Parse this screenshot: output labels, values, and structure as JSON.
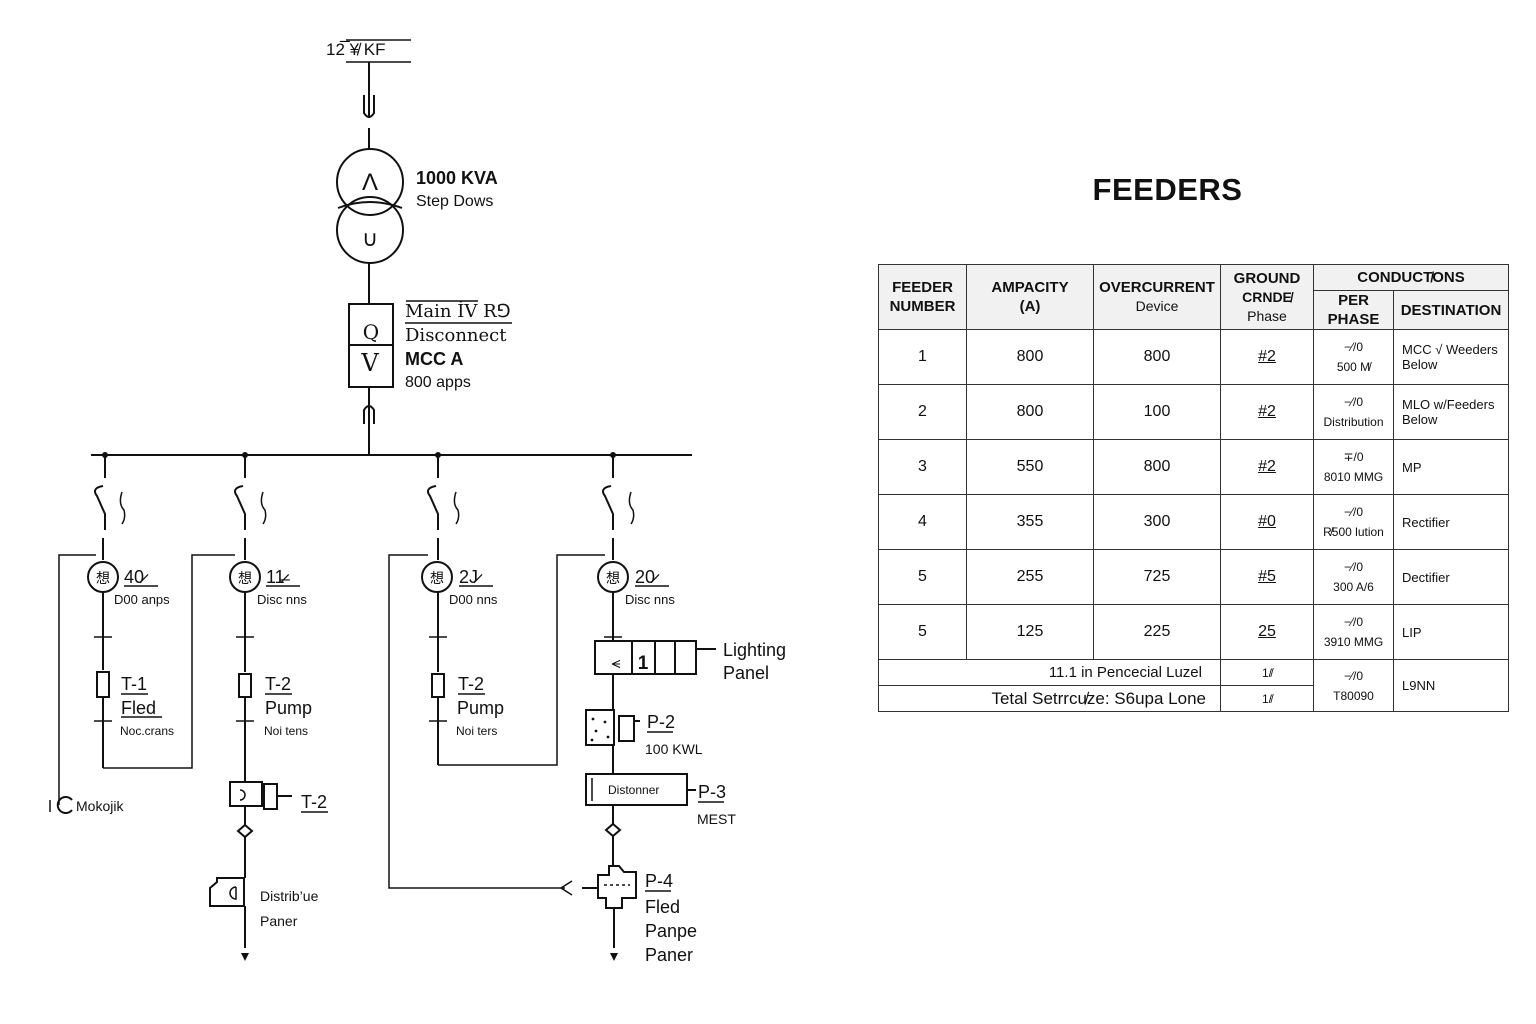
{
  "diagram": {
    "service_label": "12̅̅ ¥̸ KF",
    "transformer": {
      "rating": "1000 KVA",
      "type": "Step Dows",
      "symbol_top": "Λ",
      "symbol_bottom": "∪"
    },
    "main": {
      "line1": "Main İV R⅁",
      "line2": "Disconnect",
      "name": "MCC A",
      "rating": "800 apps",
      "symbol_top": "Q",
      "symbol_bottom": "V"
    },
    "feeders": [
      {
        "breaker_symbol": "想",
        "trip": "40̷",
        "trip_label": "D00 anps",
        "device_id": "T-1",
        "device_line1": "Fled",
        "device_line2": "Noc.crans",
        "sub_label": "Mokojik"
      },
      {
        "breaker_symbol": "想",
        "trip": "11̷̶",
        "trip_label": "Disc  nns",
        "device_id": "T-2",
        "device_line1": "Pump",
        "device_line2": "Noi  tens",
        "sub_id": "T-2",
        "sub_line1": "Distrib’ue",
        "sub_line2": "Paner"
      },
      {
        "breaker_symbol": "想",
        "trip": "2J̷",
        "trip_label": "D00  nns",
        "device_id": "T-2",
        "device_line1": "Pump",
        "device_line2": "Noi ters"
      },
      {
        "breaker_symbol": "想",
        "trip": "20̷",
        "trip_label": "Disc  nns",
        "panel_line1": "Lighting",
        "panel_line2": "Panel",
        "panel_glyphs": [
          "⪪",
          "1"
        ],
        "p2_id": "P-2",
        "p2_rating": "100 KWL",
        "disconnect_label": "Distonner",
        "p3_id": "P-3",
        "p3_label": "MEST",
        "p4_id": "P-4",
        "p4_line1": "Fled",
        "p4_line2": "Panpe",
        "p4_line3": "Paner"
      }
    ]
  },
  "table": {
    "title": "FEEDERS",
    "headers": {
      "feeder_number": "FEEDER NUMBER",
      "ampacity": "AMPACITY",
      "ampacity_unit": "(A)",
      "overcurrent": "OVERCURRENT",
      "overcurrent_sub": "Device",
      "ground": "GROUND",
      "ground_sub": "CRNDE̸",
      "ground_sub2": "Phase",
      "conductors": "CONDUCT̸ONS",
      "per_phase": "PER PHASE",
      "destination": "DESTINATION"
    },
    "rows": [
      {
        "feeder": "1",
        "ampacity": "800",
        "overcurrent": "800",
        "ground": "#2",
        "cond_top": "−⁄/0",
        "cond_bottom": "500 M̸",
        "destination": "MCC √ Weeders Below"
      },
      {
        "feeder": "2",
        "ampacity": "800",
        "overcurrent": "100",
        "ground": "#2",
        "cond_top": "−⁄/0",
        "cond_bottom": "Distribution",
        "destination": "MLO w/Feeders Below"
      },
      {
        "feeder": "3",
        "ampacity": "550",
        "overcurrent": "800",
        "ground": "#2",
        "cond_top": "∓/0",
        "cond_bottom": "8010 MMG",
        "destination": "MP"
      },
      {
        "feeder": "4",
        "ampacity": "355",
        "overcurrent": "300",
        "ground": "#0",
        "cond_top": "−⁄/0",
        "cond_bottom": "R̸500 lution",
        "destination": "Rectifier"
      },
      {
        "feeder": "5",
        "ampacity": "255",
        "overcurrent": "725",
        "ground": "#5",
        "cond_top": "−⁄/0",
        "cond_bottom": "300 A/6",
        "destination": "Dectifier"
      },
      {
        "feeder": "5",
        "ampacity": "125",
        "overcurrent": "225",
        "ground": "25",
        "cond_top": "−⁄/0",
        "cond_bottom": "3910 MMG",
        "destination": "LIP"
      }
    ],
    "footer": {
      "line1": "11.1 in Pencecial Luzel",
      "line2": "Tetal Setrrcu̸ze: S6upa Lone",
      "ground1": "1/̸",
      "ground2": "1/̸",
      "cond_top": "−⁄/0",
      "cond_bottom": "T80090",
      "destination": "L9NN"
    }
  }
}
